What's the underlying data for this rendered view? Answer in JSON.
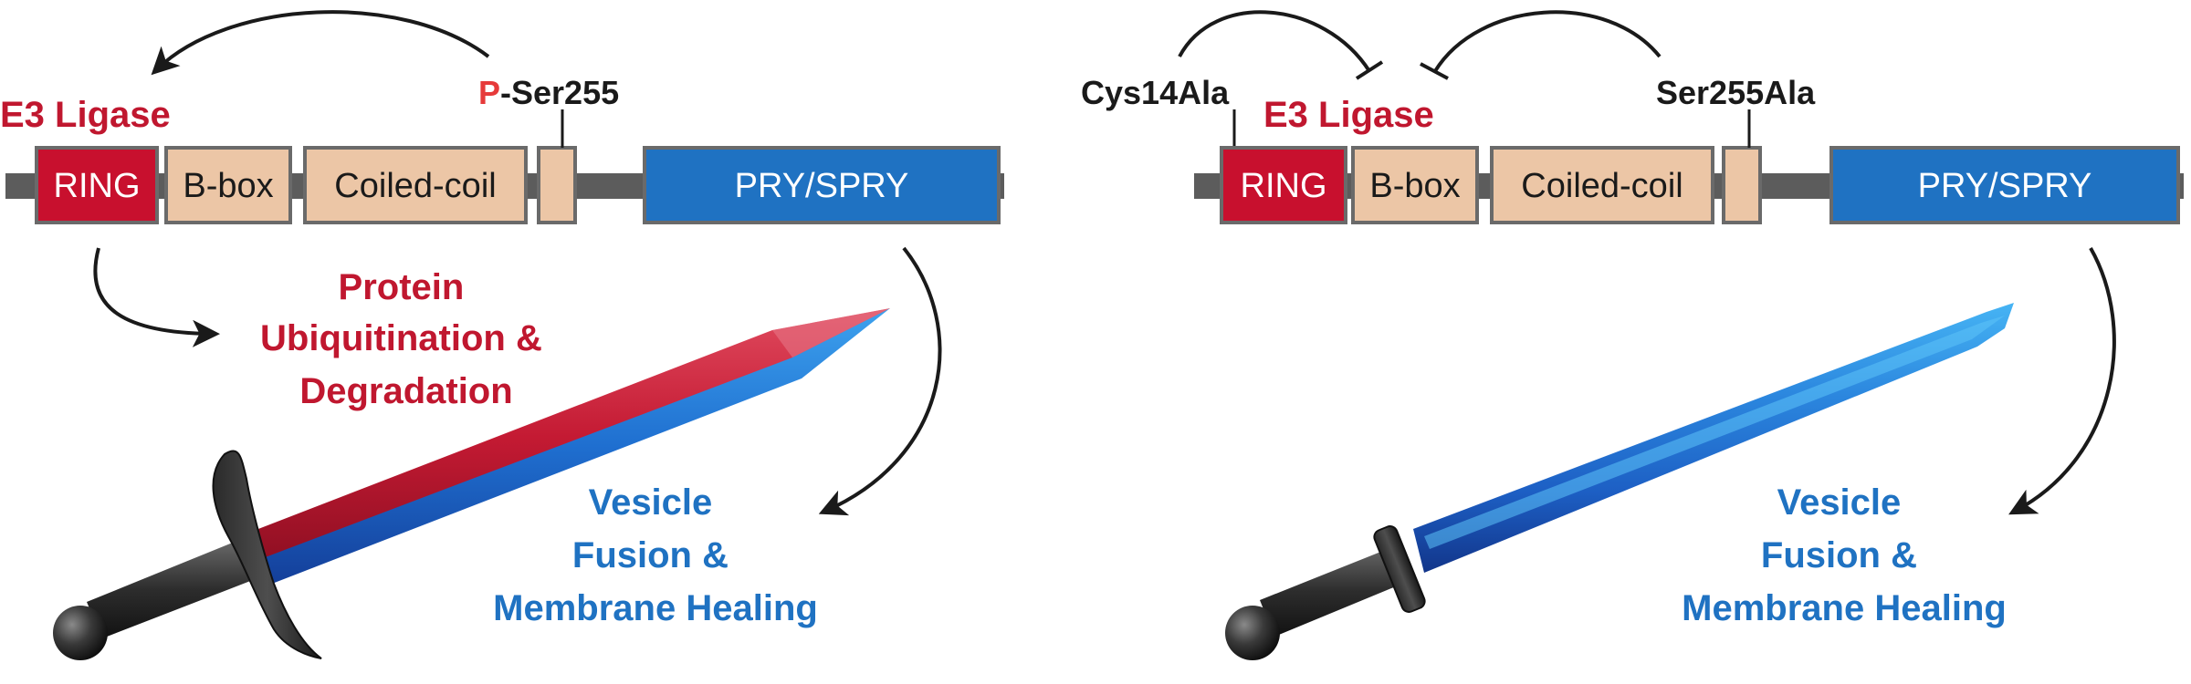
{
  "colors": {
    "ring": "#c8102e",
    "tan": "#ecc6a6",
    "blue": "#1f72c2",
    "backbone": "#5c5c5c",
    "red_label": "#c0172f",
    "blue_label": "#1f72c2",
    "arrow": "#1a1a1a"
  },
  "left": {
    "e3_label": "E3 Ligase",
    "phospho_p": "P",
    "phospho_site": "-Ser255",
    "domains": {
      "ring": "RING",
      "bbox": "B-box",
      "coiled": "Coiled-coil",
      "pry": "PRY/SPRY"
    },
    "ubiq": [
      "Protein",
      "Ubiquitination &",
      "Degradation"
    ],
    "vesicle": [
      "Vesicle",
      "Fusion &",
      "Membrane Healing"
    ]
  },
  "right": {
    "e3_label": "E3 Ligase",
    "mutation_cys": "Cys14Ala",
    "mutation_ser": "Ser255Ala",
    "domains": {
      "ring": "RING",
      "bbox": "B-box",
      "coiled": "Coiled-coil",
      "pry": "PRY/SPRY"
    },
    "vesicle": [
      "Vesicle",
      "Fusion &",
      "Membrane Healing"
    ]
  }
}
